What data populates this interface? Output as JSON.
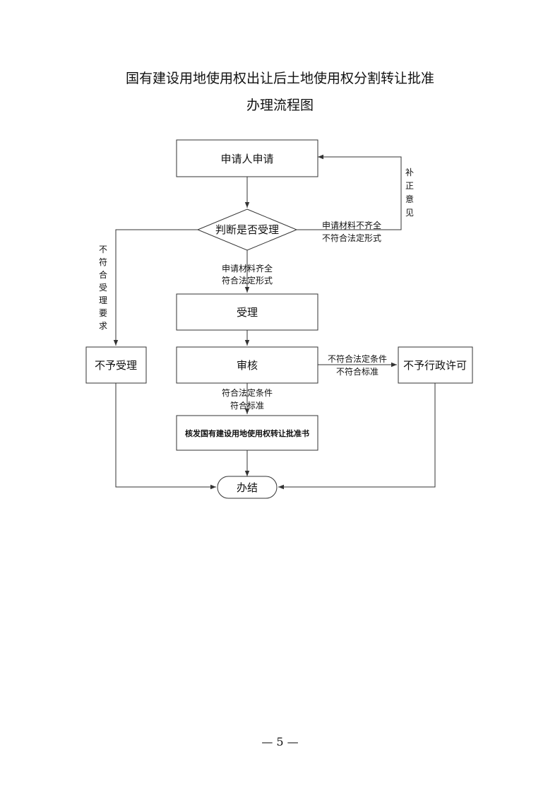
{
  "title": {
    "line1": "国有建设用地使用权出让后土地使用权分割转让批准",
    "line2": "办理流程图"
  },
  "nodes": {
    "apply": "申请人申请",
    "judge": "判断是否受理",
    "accept": "受理",
    "review": "审核",
    "issue": "核发国有建设用地使用权转让批准书",
    "reject": "不予受理",
    "deny_permit": "不予行政许可",
    "finish": "办结"
  },
  "edges": {
    "supplement": [
      "补",
      "正",
      "意",
      "见"
    ],
    "incomplete_line1": "申请材料不齐全",
    "incomplete_line2": "不符合法定形式",
    "complete_line1": "申请材料齐全",
    "complete_line2": "符合法定形式",
    "not_accept": [
      "不",
      "符",
      "合",
      "受",
      "理",
      "要",
      "求"
    ],
    "fail_line1": "不符合法定条件",
    "fail_line2": "不符合标准",
    "pass_line1": "符合法定条件",
    "pass_line2": "符合标准"
  },
  "footer": {
    "page_number": "— 5 —"
  }
}
